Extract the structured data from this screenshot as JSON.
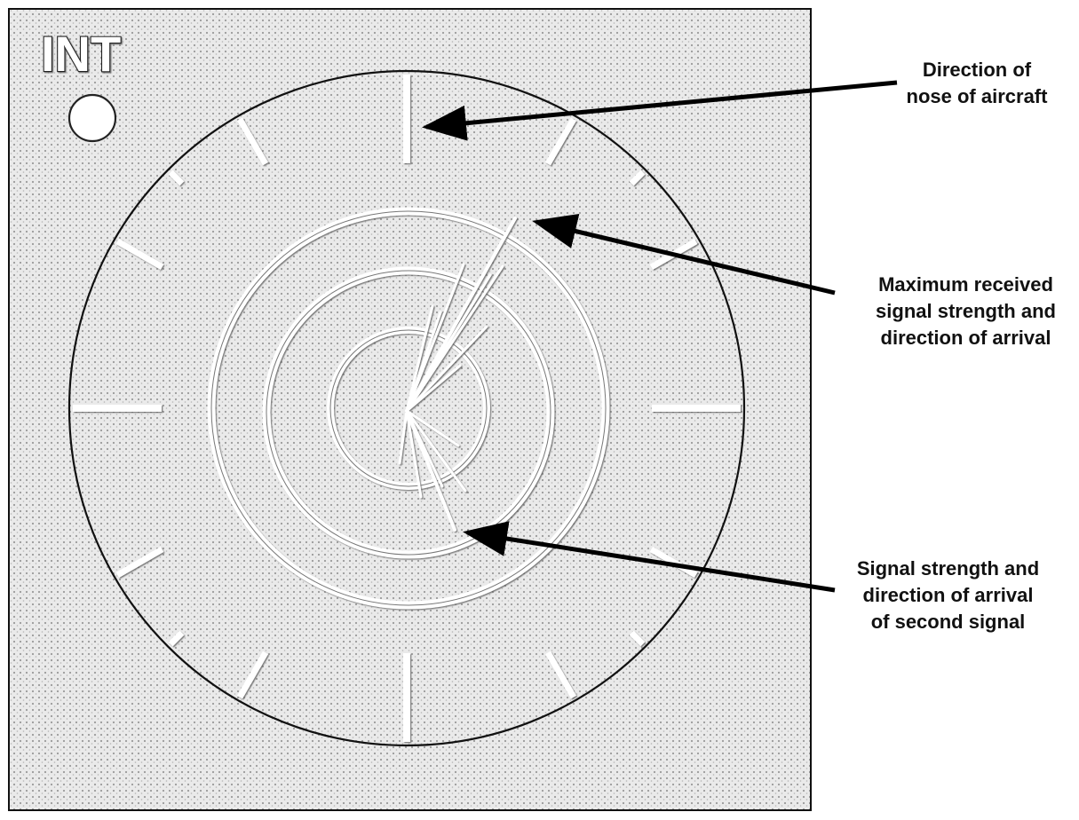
{
  "display": {
    "mode_label": "INT",
    "indicator": "status-lamp",
    "colors": {
      "panel_dot": "#8a8a8a",
      "panel_bg": "#e9e9e9",
      "outline": "#111111",
      "engraving": "#ffffff",
      "arrow": "#000000"
    }
  },
  "annotations": {
    "nose_direction": [
      "Direction of",
      "nose of aircraft"
    ],
    "max_signal": [
      "Maximum received",
      "signal strength and",
      "direction of arrival"
    ],
    "second_signal": [
      "Signal strength and",
      "direction of arrival",
      "of second signal"
    ]
  }
}
